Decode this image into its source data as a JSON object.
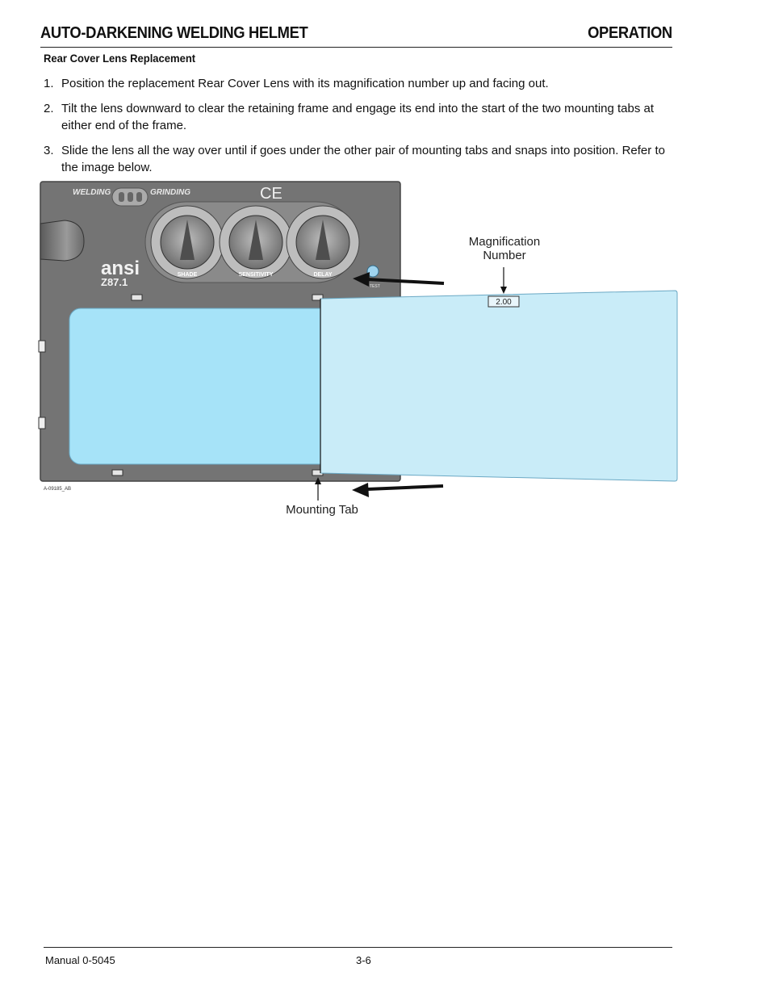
{
  "header": {
    "title": "AUTO-DARKENING WELDING HELMET",
    "section": "OPERATION"
  },
  "section_title": "Rear Cover Lens Replacement",
  "steps": [
    {
      "num": "1.",
      "text": "Position the replacement Rear Cover Lens with its magnification number up and facing out."
    },
    {
      "num": "2.",
      "text": "Tilt the lens downward to clear the retaining frame and engage its end into the start of the two mounting tabs at either end of the frame."
    },
    {
      "num": "3.",
      "text": "Slide the lens all the way over until if goes under the other pair of mounting tabs and snaps into position. Refer to the image below."
    }
  ],
  "figure": {
    "mode_left": "WELDING",
    "mode_right": "GRINDING",
    "ce_mark": "CE",
    "ansi_mark": "ansi",
    "standard": "Z87.1",
    "knobs": [
      "SHADE",
      "SENSITIVITY",
      "DELAY"
    ],
    "test_label": "TEST",
    "magnification_value": "2.00",
    "callout_magnification": "Magnification Number",
    "callout_mounting_tab": "Mounting Tab",
    "figure_id": "A-09185_AB"
  },
  "footer": {
    "manual": "Manual 0-5045",
    "page": "3-6"
  }
}
